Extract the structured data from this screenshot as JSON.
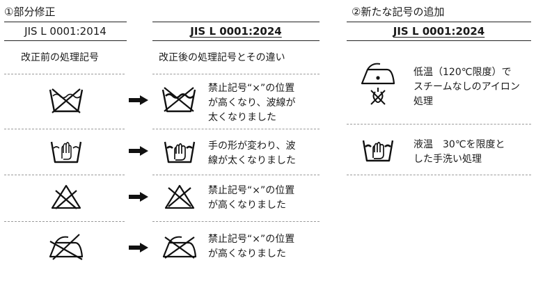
{
  "section1": {
    "title": "①部分修正",
    "old_standard": "JIS L 0001:2014",
    "new_standard": "JIS L 0001:2024",
    "old_column_header": "改正前の処理記号",
    "new_column_header": "改正後の処理記号とその違い",
    "rows": [
      {
        "old_symbol": "wash-tub-prohibited-icon",
        "new_symbol": "wash-tub-prohibited-icon",
        "description": [
          "禁止記号“×”の位置",
          "が高くなり、波線が",
          "太くなりました"
        ]
      },
      {
        "old_symbol": "hand-wash-icon",
        "new_symbol": "hand-wash-icon",
        "description": [
          "手の形が変わり、波",
          "線が太くなりました"
        ]
      },
      {
        "old_symbol": "bleach-prohibited-icon",
        "new_symbol": "bleach-prohibited-icon",
        "description": [
          "禁止記号“×”の位置",
          "が高くなりました"
        ]
      },
      {
        "old_symbol": "iron-prohibited-icon",
        "new_symbol": "iron-prohibited-icon",
        "description": [
          "禁止記号“×”の位置",
          "が高くなりました"
        ]
      }
    ]
  },
  "section2": {
    "title": "②新たな記号の追加",
    "standard": "JIS L 0001:2024",
    "rows": [
      {
        "symbol": "iron-low-no-steam-icon",
        "description": [
          "低温（120℃限度）で",
          "スチームなしのアイロン",
          "処理"
        ]
      },
      {
        "symbol": "hand-wash-30-icon",
        "description": [
          "液温　30℃を限度と",
          "した手洗い処理"
        ]
      }
    ]
  }
}
